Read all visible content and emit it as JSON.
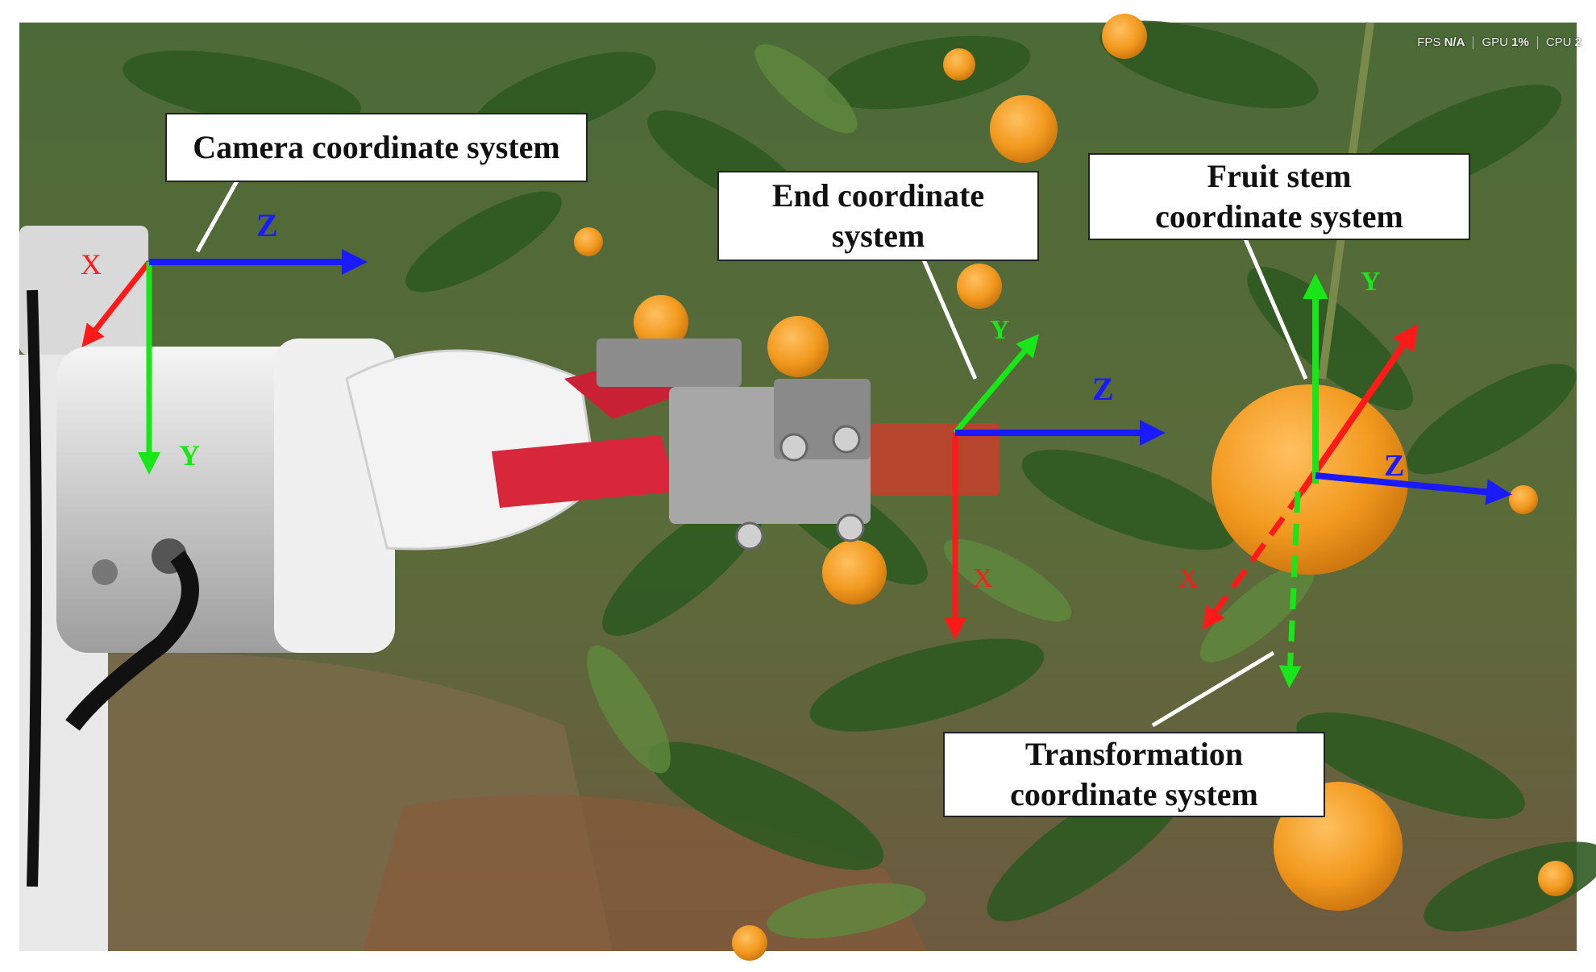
{
  "labels": {
    "camera": "Camera coordinate system",
    "end_line1": "End coordinate",
    "end_line2": "system",
    "stem_line1": "Fruit stem",
    "stem_line2": "coordinate system",
    "transform_line1": "Transformation",
    "transform_line2": "coordinate system"
  },
  "axes": {
    "camera": {
      "x": "X",
      "y": "Y",
      "z": "Z"
    },
    "end": {
      "x": "X",
      "y": "Y",
      "z": "Z"
    },
    "stem": {
      "x": "X",
      "y": "Y",
      "z": "Z"
    }
  },
  "hud": {
    "fps_label": "FPS",
    "fps_value": "N/A",
    "gpu_label": "GPU",
    "gpu_value": "1%",
    "cpu_label": "CPU",
    "cpu_value": "2"
  },
  "colors": {
    "x_axis": "#ff1a1a",
    "y_axis": "#19e619",
    "z_axis": "#1a1aff",
    "leaf": "#3f6b2c",
    "orange": "#f2a024",
    "robot_white": "#e6e6e6",
    "gripper_red": "#d8263a",
    "gripper_metal": "#9a9a9a"
  }
}
